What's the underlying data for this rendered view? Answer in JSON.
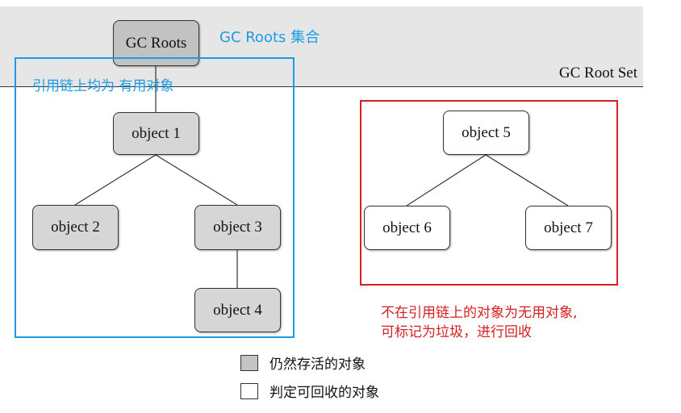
{
  "gc_root_set_label": "GC Root Set",
  "nodes": {
    "gc_roots": "GC Roots",
    "object1": "object 1",
    "object2": "object 2",
    "object3": "object 3",
    "object4": "object 4",
    "object5": "object 5",
    "object6": "object 6",
    "object7": "object 7"
  },
  "annotations": {
    "gc_roots_set": "GC Roots 集合",
    "reference_chain_useful": "引用链上均为 有用对象",
    "unreachable_line1": "不在引用链上的对象为无用对象,",
    "unreachable_line2": "可标记为垃圾，进行回收"
  },
  "legend": {
    "alive": "仍然存活的对象",
    "collectable": "判定可回收的对象"
  },
  "colors": {
    "alive_fill": "#d6d6d6",
    "collectable_fill": "#ffffff",
    "reachable_outline": "#1c9be6",
    "unreachable_outline": "#d42020",
    "root_band": "#e6e6e6"
  }
}
